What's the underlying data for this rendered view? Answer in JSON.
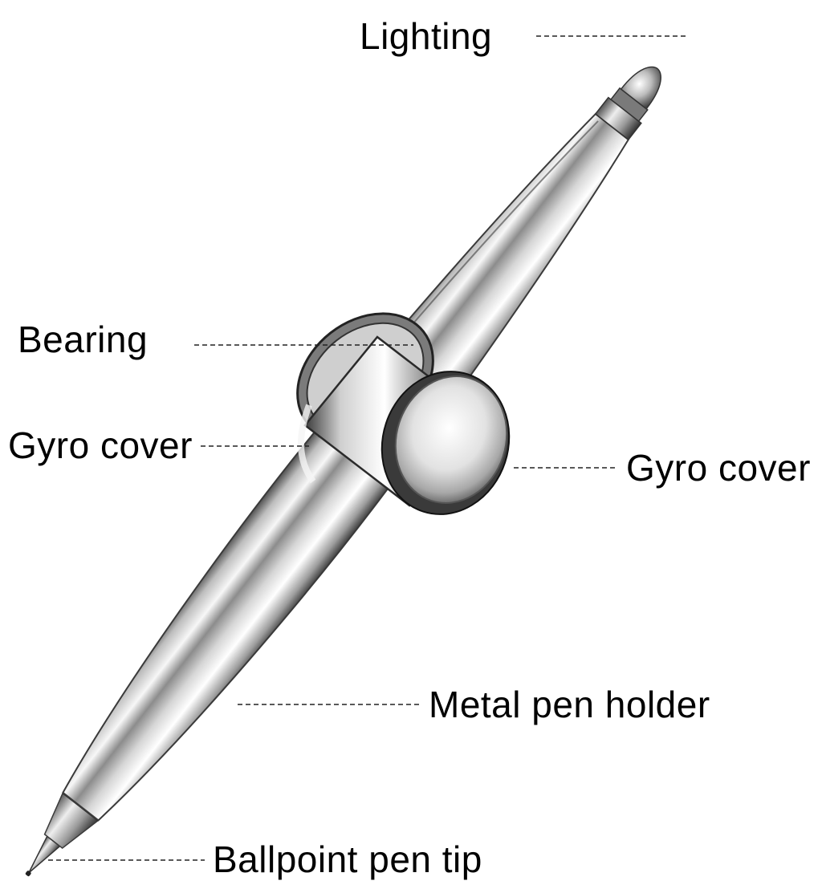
{
  "callouts": {
    "lighting": "Lighting",
    "bearing": "Bearing",
    "gyro_cover_left": "Gyro cover",
    "gyro_cover_right": "Gyro cover",
    "metal_pen_holder": "Metal pen holder",
    "ballpoint_pen_tip": "Ballpoint pen tip"
  },
  "colors": {
    "label_text": "#000000",
    "leader_line": "#222222",
    "metal_dark": "#5a5a5a",
    "metal_mid": "#9a9a9a",
    "metal_light": "#f2f2f2"
  }
}
